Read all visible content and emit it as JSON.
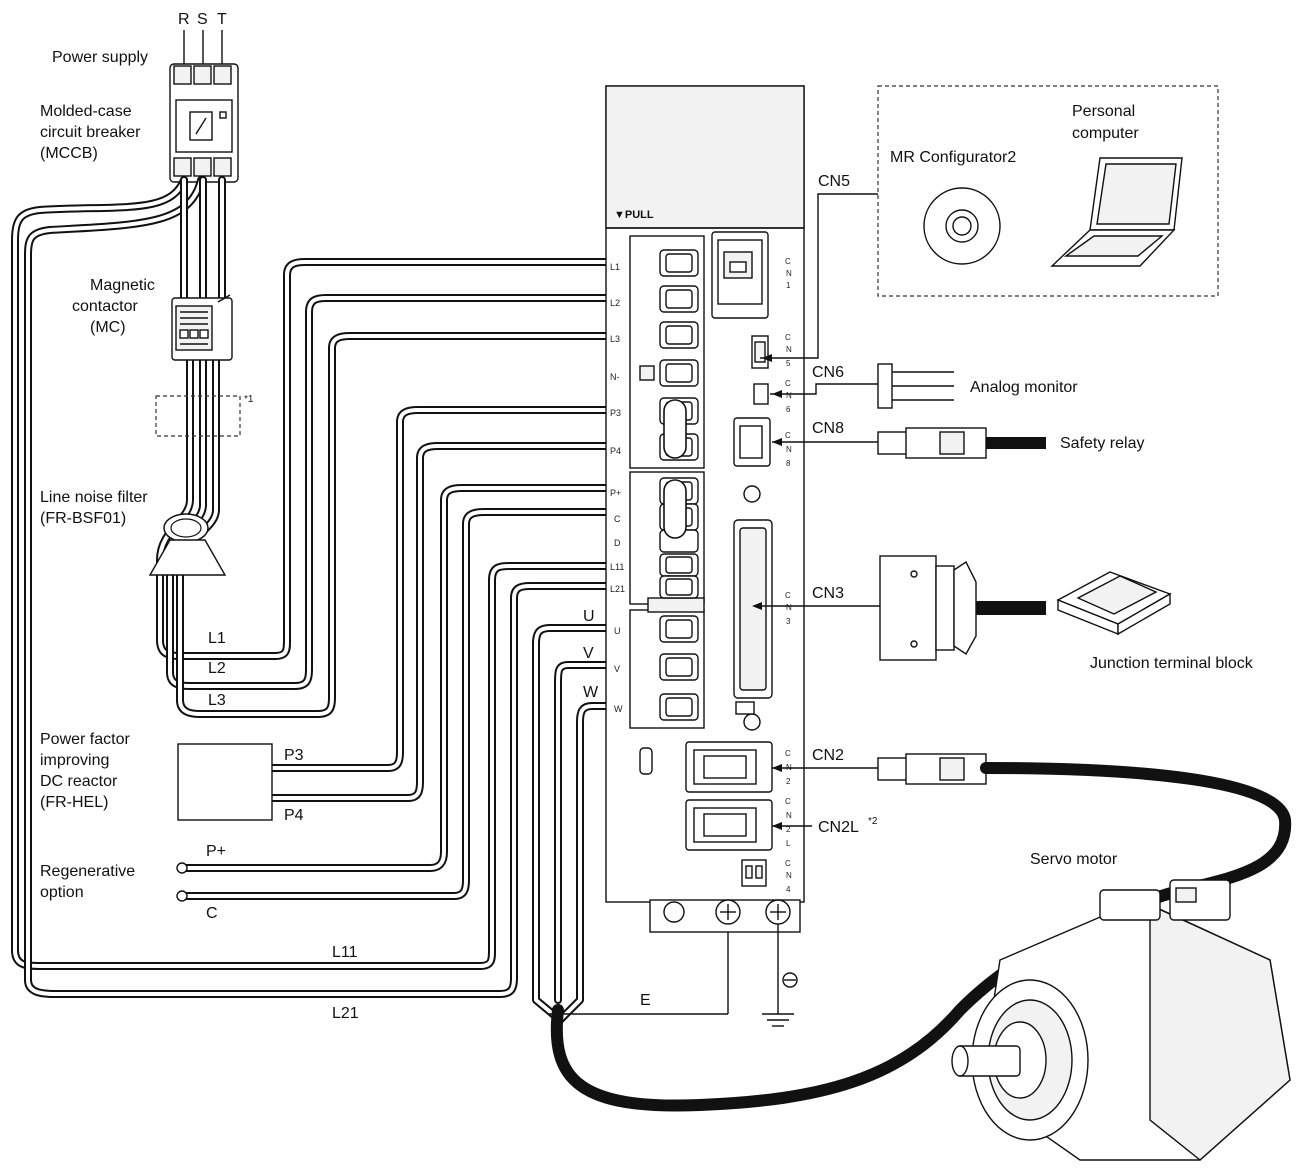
{
  "supply": {
    "phases": [
      "R",
      "S",
      "T"
    ],
    "power_supply": "Power supply",
    "mccb": [
      "Molded-case",
      "circuit breaker",
      "(MCCB)"
    ],
    "mc": [
      "Magnetic",
      "contactor",
      "(MC)"
    ],
    "note1": "*1",
    "noise_filter": [
      "Line noise filter",
      "(FR-BSF01)"
    ]
  },
  "power_lines": {
    "l1": "L1",
    "l2": "L2",
    "l3": "L3",
    "l11": "L11",
    "l21": "L21"
  },
  "reactor": {
    "label": [
      "Power factor",
      "improving",
      "DC reactor",
      "(FR-HEL)"
    ],
    "p3": "P3",
    "p4": "P4"
  },
  "regen": {
    "label": [
      "Regenerative",
      "option"
    ],
    "pplus": "P+",
    "c": "C"
  },
  "motor_lines": {
    "u": "U",
    "v": "V",
    "w": "W",
    "e": "E"
  },
  "amplifier": {
    "pull_label": "▼PULL",
    "terminals": [
      "L1",
      "L2",
      "L3",
      "N-",
      "P3",
      "P4",
      "P+",
      "C",
      "D",
      "L11",
      "L21",
      "U",
      "V",
      "W"
    ],
    "cn1": [
      "C",
      "N",
      "1"
    ],
    "cn5": [
      "C",
      "N",
      "5"
    ],
    "cn6": [
      "C",
      "N",
      "6"
    ],
    "cn8": [
      "C",
      "N",
      "8"
    ],
    "cn3": [
      "C",
      "N",
      "3"
    ],
    "cn2": [
      "C",
      "N",
      "2"
    ],
    "cn2l": [
      "C",
      "N",
      "2",
      "L"
    ],
    "cn4": [
      "C",
      "N",
      "4"
    ]
  },
  "connections": {
    "cn5": "CN5",
    "cn6": "CN6",
    "cn8": "CN8",
    "cn3": "CN3",
    "cn2": "CN2",
    "cn2l": "CN2L",
    "note2": "*2"
  },
  "peripherals": {
    "configurator": "MR Configurator2",
    "pc": [
      "Personal",
      "computer"
    ],
    "analog_monitor": "Analog monitor",
    "safety_relay": "Safety relay",
    "junction_block": "Junction terminal block",
    "servo_motor": "Servo motor"
  }
}
